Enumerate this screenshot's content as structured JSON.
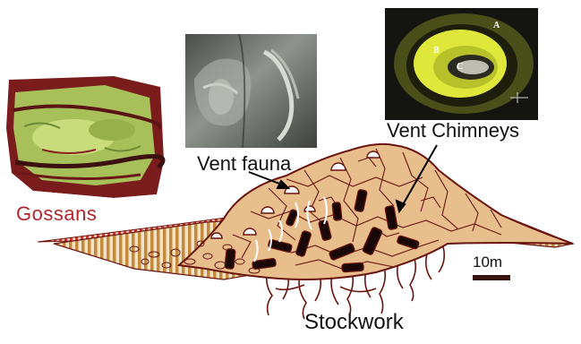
{
  "labels": {
    "gossans": "Gossans",
    "vent_fauna": "Vent fauna",
    "vent_chimneys": "Vent Chimneys",
    "stockwork": "Stockwork",
    "scale": "10m"
  },
  "chimney_photo_letters": {
    "a": "A",
    "b": "B",
    "c": "C"
  },
  "colors": {
    "gossan_label": "#b0262b",
    "mound_fill": "#e8be8c",
    "vein_lines": "#5a1410",
    "gossan_green": "#b9cf6a",
    "chimney_yellow": "#e4ec3a"
  }
}
